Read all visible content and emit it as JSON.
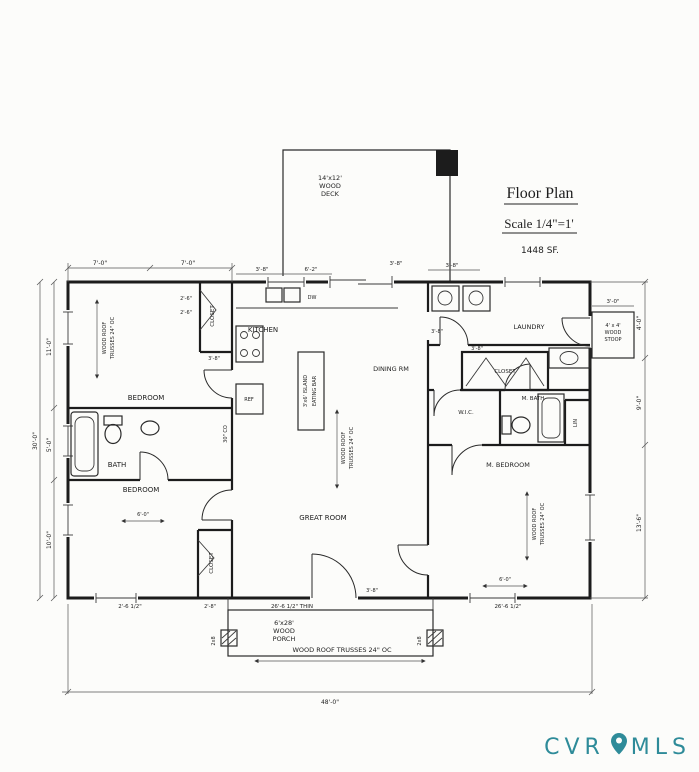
{
  "header": {
    "title": "Floor Plan",
    "scale": "Scale 1/4\"=1'",
    "area": "1448 SF."
  },
  "logo": {
    "left": "CVR",
    "right": "MLS",
    "color": "#2e8b99"
  },
  "rooms": {
    "kitchen": "KITCHEN",
    "dining": "DINING RM",
    "laundry": "LAUNDRY",
    "great": "GREAT ROOM",
    "master": "M. BEDROOM",
    "bath": "BATH",
    "mbath": "M. BATH",
    "bedroom1": "BEDROOM",
    "bedroom2": "BEDROOM",
    "wic": "W.I.C.",
    "lin": "LIN",
    "closet1": "CLOSET",
    "closet2": "CLOSET",
    "closet3": "CLOSET",
    "ref": "REF",
    "dw": "DW",
    "island1": "3'x6' ISLAND",
    "island2": "EATING BAR",
    "deck1": "14'x12'",
    "deck2": "WOOD",
    "deck3": "DECK",
    "porch1": "6'x28'",
    "porch2": "WOOD",
    "porch3": "PORCH",
    "stoop1": "4' x 4'",
    "stoop2": "WOOD",
    "stoop3": "STOOP",
    "truss1": "WOOD ROOF",
    "truss2": "TRUSSES 24\" OC",
    "truss_full": "WOOD ROOF TRUSSES 24\" OC"
  },
  "dims": {
    "t1": "7'-0\"",
    "t2": "7'-0\"",
    "t3": "3'-8\"",
    "t4": "6'-2\"",
    "t5": "3'-8\"",
    "t6": "3'-8\"",
    "l1": "11'-0\"",
    "l2": "5'-0\"",
    "l3": "10'-0\"",
    "l4": "30'-0\"",
    "r1": "3'-0\"",
    "r2": "4'-0\"",
    "r3": "9'-0\"",
    "r4": "13'-6\"",
    "b1": "2'-6 1/2\"",
    "b2": "26'-6 1/2\" THIN",
    "b3": "26'-6 1/2\"",
    "b4": "48'-0\"",
    "i1": "2'-6\"",
    "i2": "2'-6\"",
    "i3": "3'-8\"",
    "i4": "6'-0\"",
    "i5": "2'-8\"",
    "i6": "6'-0\"",
    "i7": "30\" CO",
    "i8": "3'-8\"",
    "i9": "3'-8\"",
    "i10": "3'-8\"",
    "p1": "2x8",
    "p2": "2x8"
  }
}
